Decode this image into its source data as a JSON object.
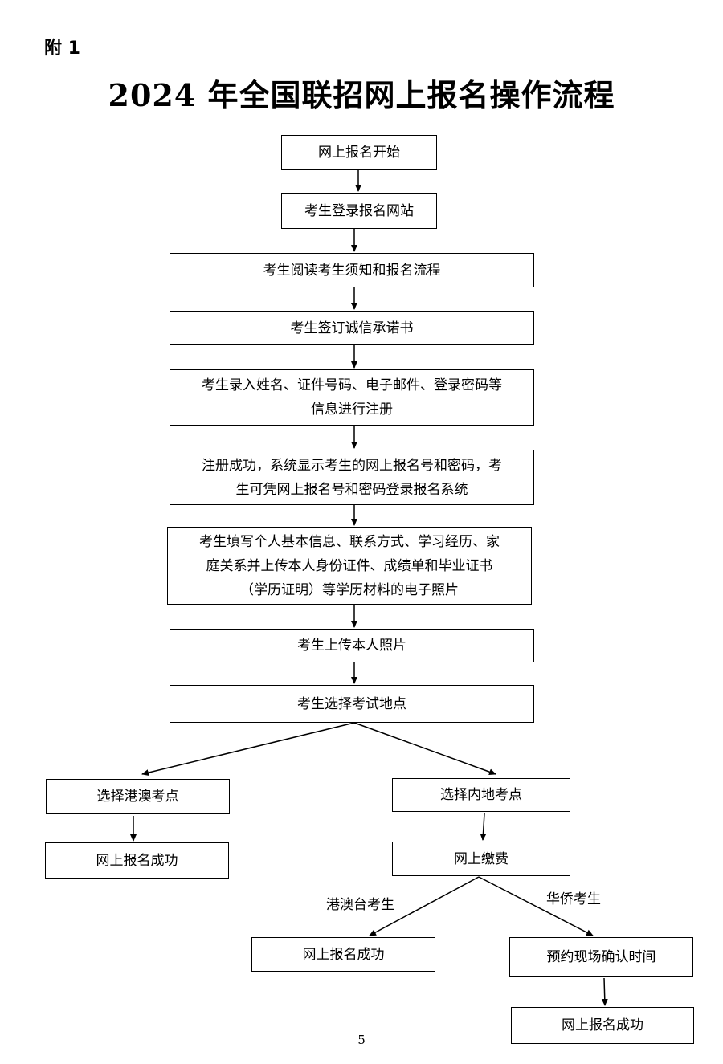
{
  "header": {
    "attachment_label": "附 1",
    "title": "2024 年全国联招网上报名操作流程"
  },
  "steps": {
    "start": "网上报名开始",
    "login": "考生登录报名网站",
    "read": "考生阅读考生须知和报名流程",
    "sign": "考生签订诚信承诺书",
    "register_line1": "考生录入姓名、证件号码、电子邮件、登录密码等",
    "register_line2": "信息进行注册",
    "success_line1": "注册成功，系统显示考生的网上报名号和密码，考",
    "success_line2": "生可凭网上报名号和密码登录报名系统",
    "fill_line1": "考生填写个人基本信息、联系方式、学习经历、家",
    "fill_line2": "庭关系并上传本人身份证件、成绩单和毕业证书",
    "fill_line3": "（学历证明）等学历材料的电子照片",
    "photo": "考生上传本人照片",
    "choose_site": "考生选择考试地点"
  },
  "branches": {
    "hk_macao_site": "选择港澳考点",
    "hk_macao_success": "网上报名成功",
    "mainland_site": "选择内地考点",
    "payment": "网上缴费",
    "hmt_label": "港澳台考生",
    "hmt_success": "网上报名成功",
    "overseas_label": "华侨考生",
    "appointment": "预约现场确认时间",
    "overseas_success": "网上报名成功"
  },
  "footer": {
    "page_number": "5"
  }
}
